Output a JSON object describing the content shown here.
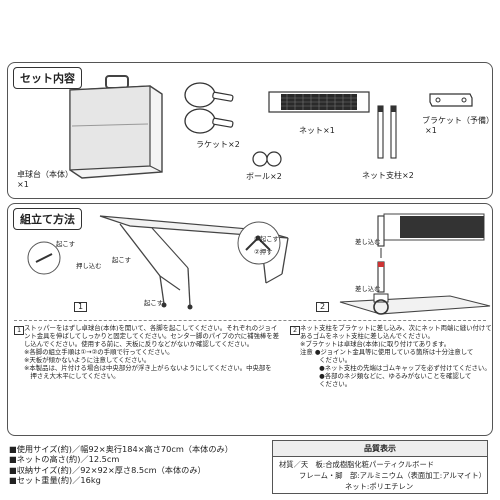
{
  "set_contents": {
    "title": "セット内容",
    "table_label": "卓球台（本体）",
    "table_qty": "×1",
    "racket_label": "ラケット×2",
    "ball_label": "ボール×2",
    "net_label": "ネット×1",
    "post_label": "ネット支柱×2",
    "bracket_label": "ブラケット（予備）",
    "bracket_qty": "×1"
  },
  "assembly": {
    "title": "組立て方法",
    "step1_num": "1",
    "step2_num": "2",
    "callouts": {
      "raise1": "起こす",
      "push1": "押し込む",
      "raise2": "起こす",
      "raise3": "起こす",
      "step_a": "①起こす",
      "step_b": "②押す",
      "push2": "差し込む",
      "push3": "差し込む"
    },
    "step1_lines": [
      "ストッパーをはずし卓球台(本体)を開いて、各脚を起こしてください。それぞれのジョイ",
      "ント金具を伸ばしてしっかりと固定してください。センター脚のパイプの穴に補強棒を差",
      "し込んでください。使用する前に、天板に反りなどがないか確認してください。",
      "※各脚の組立手順は①→②の手順で行ってください。",
      "※天板が傾かないように注意してください。",
      "※本製品は、片付ける場合は中央部分が浮き上がらないようにしてください。中央部を",
      "　押さえ大木平にしてください。"
    ],
    "step2_lines": [
      "ネット支柱をブラケットに差し込み、次にネット両端に縫い付けて",
      "あるゴムをネット支柱に差し込んでください。",
      "※ブラケットは卓球台(本体)に取り付けてあります。",
      "注意 ●ジョイント金具等に使用している箇所は十分注意して",
      "　　　ください。",
      "　　　●ネット支柱の先端はゴムキャップを必ず付けてください。",
      "　　　●各部のネジ類などに、ゆるみがないことを確認して",
      "　　　ください。"
    ]
  },
  "specs": [
    "■使用サイズ(約)／幅92×奥行184×高さ70cm（本体のみ）",
    "■ネットの高さ(約)／12.5cm",
    "■収納サイズ(約)／92×92×厚さ8.5cm（本体のみ）",
    "■セット重量(約)／16kg"
  ],
  "quality": {
    "title": "品質表示",
    "lines": [
      "材質／天　板:合成樹脂化粧パーティクルボード",
      "フレーム・脚　部:アルミニウム（表面加工:アルマイト）",
      "ネット:ポリエチレン"
    ]
  }
}
